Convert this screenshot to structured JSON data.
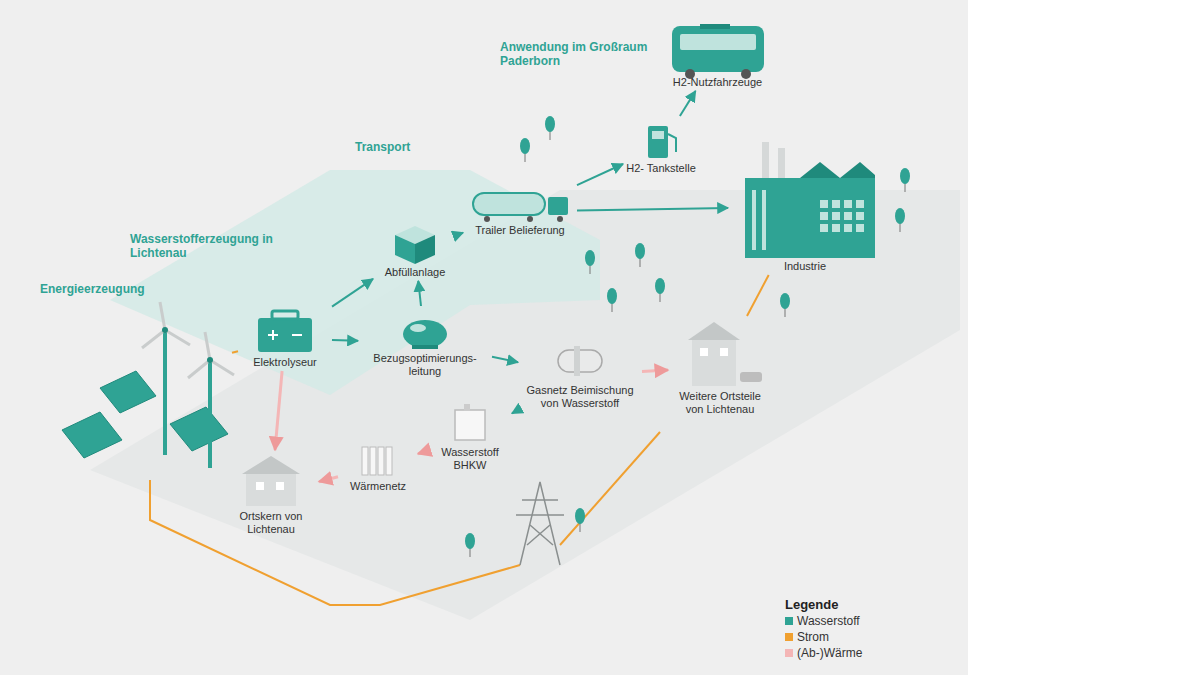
{
  "diagram": {
    "nodes": [
      {
        "text": [
          "Energieerzeugung"
        ]
      },
      {
        "text": [
          "Elektrolyseur"
        ]
      },
      {
        "text": [
          "Abfüllanlage"
        ]
      },
      {
        "text": [
          "Bezugsoptimierungs- leitung"
        ]
      },
      {
        "text": [
          "Trailer Belieferung"
        ]
      },
      {
        "text": [
          "H2- Tankstelle"
        ]
      },
      {
        "text": [
          "H2-Nutzfahrzeuge"
        ]
      },
      {
        "text": [
          "Industrie"
        ]
      },
      {
        "text": [
          "Gasnetz Beimischung von Wasserstoff"
        ]
      },
      {
        "text": [
          "Wasserstoff BHKW"
        ]
      },
      {
        "text": [
          "Wärmenetz"
        ]
      },
      {
        "text": [
          "Ortskern von Lichtenau"
        ]
      },
      {
        "text": [
          "Weitere Ortsteile von Lichtenau"
        ]
      }
    ],
    "edges": [
      {
        "from": 0,
        "to": 1,
        "arrow": "none"
      },
      {
        "from": 1,
        "to": 2,
        "arrow": "to"
      },
      {
        "from": 1,
        "to": 3,
        "arrow": "to"
      },
      {
        "from": 3,
        "to": 2,
        "arrow": "to"
      },
      {
        "from": 2,
        "to": 4,
        "arrow": "to"
      },
      {
        "from": 4,
        "to": 5,
        "arrow": "to"
      },
      {
        "from": 4,
        "to": 7,
        "arrow": "to"
      },
      {
        "from": 5,
        "to": 6,
        "arrow": "to"
      },
      {
        "from": 3,
        "to": 8,
        "arrow": "to"
      },
      {
        "from": 8,
        "to": 9,
        "arrow": "to"
      },
      {
        "from": 9,
        "to": 10,
        "arrow": "to"
      },
      {
        "from": 10,
        "to": 11,
        "arrow": "to"
      },
      {
        "from": 8,
        "to": 12,
        "arrow": "to"
      },
      {
        "from": 1,
        "to": 11,
        "arrow": "to"
      },
      {
        "from": 12,
        "to": 7,
        "arrow": "none"
      }
    ],
    "labels": [
      "Wasserstofferzeugung in Lichtenau",
      "Transport",
      "Anwendung im Großraum Paderborn",
      "Legende"
    ],
    "legend": [
      {
        "text": "Wasserstoff",
        "color": "#2fa394"
      },
      {
        "text": "Strom",
        "color": "#f0a030"
      },
      {
        "text": "(Ab-)Wärme",
        "color": "#f4b6b6"
      }
    ]
  }
}
